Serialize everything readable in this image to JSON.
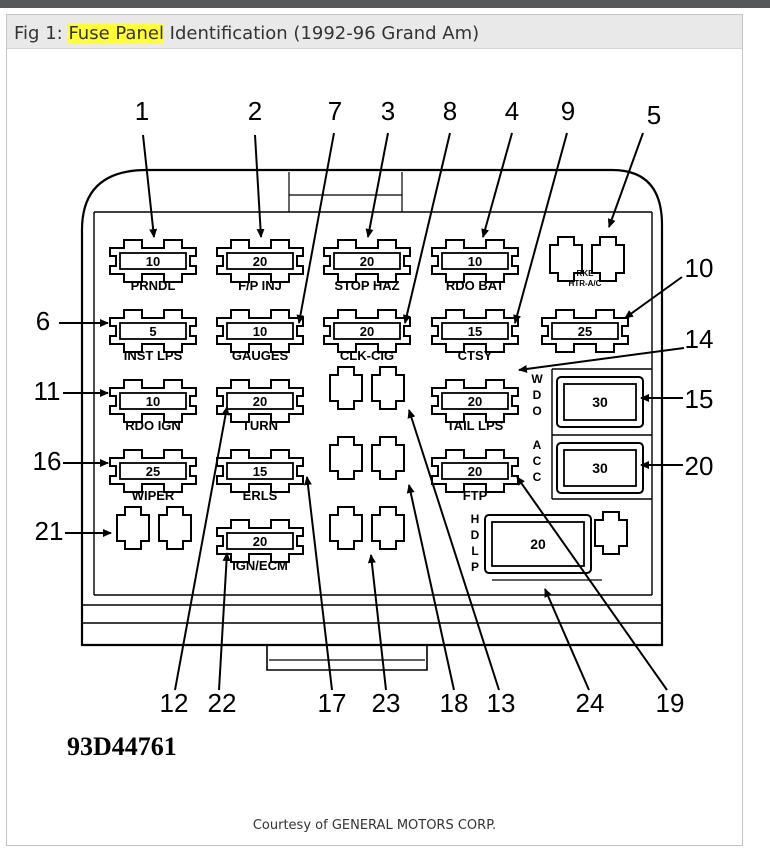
{
  "caption": {
    "prefix": "Fig 1: ",
    "highlight": "Fuse Panel",
    "suffix": " Identification (1992-96 Grand Am)"
  },
  "highlight_color": "#ffff33",
  "diagram": {
    "callouts": [
      "1",
      "2",
      "7",
      "3",
      "8",
      "4",
      "9",
      "5",
      "10",
      "6",
      "14",
      "11",
      "15",
      "16",
      "20",
      "21",
      "12",
      "22",
      "17",
      "23",
      "18",
      "13",
      "24",
      "19"
    ],
    "fuses": [
      {
        "id": "1",
        "amp": "10",
        "label": "PRNDL"
      },
      {
        "id": "2",
        "amp": "20",
        "label": "F/P INJ"
      },
      {
        "id": "3",
        "amp": "20",
        "label": "STOP HAZ"
      },
      {
        "id": "4",
        "amp": "10",
        "label": "RDO BAT"
      },
      {
        "id": "5",
        "amp": "",
        "label": "RKE HTR-A/C"
      },
      {
        "id": "6",
        "amp": "5",
        "label": "INST LPS"
      },
      {
        "id": "7",
        "amp": "10",
        "label": "GAUGES"
      },
      {
        "id": "8",
        "amp": "20",
        "label": "CLK-CIG"
      },
      {
        "id": "9",
        "amp": "15",
        "label": "CTSY"
      },
      {
        "id": "10",
        "amp": "25",
        "label": ""
      },
      {
        "id": "11",
        "amp": "10",
        "label": "RDO IGN"
      },
      {
        "id": "12",
        "amp": "20",
        "label": "TURN"
      },
      {
        "id": "14",
        "amp": "20",
        "label": "TAIL LPS"
      },
      {
        "id": "16",
        "amp": "25",
        "label": "WIPER"
      },
      {
        "id": "17",
        "amp": "15",
        "label": "ERLS"
      },
      {
        "id": "19",
        "amp": "20",
        "label": "FTP"
      },
      {
        "id": "22",
        "amp": "20",
        "label": "IGN/ECM"
      }
    ],
    "breakers": [
      {
        "id": "15",
        "amp": "30",
        "label": "WDO"
      },
      {
        "id": "20",
        "amp": "30",
        "label": "ACC"
      },
      {
        "id": "24",
        "amp": "20",
        "label": "HDLP"
      }
    ],
    "part_number": "93D44761"
  },
  "credit": "Courtesy of GENERAL MOTORS CORP."
}
